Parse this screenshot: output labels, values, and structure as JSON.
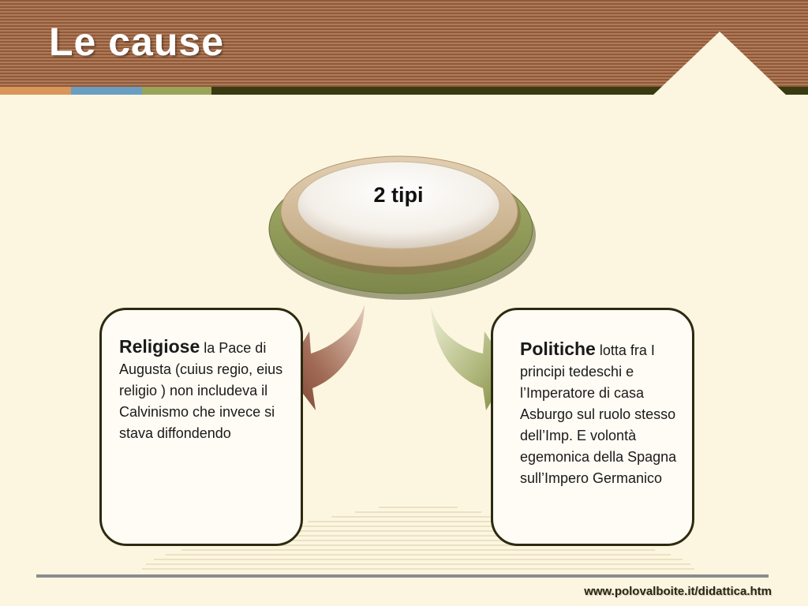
{
  "slide": {
    "title": "Le cause",
    "footer_url": "www.polovalboite.it/didattica.htm"
  },
  "diagram": {
    "center": {
      "label": "2 tipi"
    },
    "left": {
      "heading": "Religiose",
      "text": " la Pace di Augusta (cuius regio, eius religio ) non includeva il Calvinismo che invece si stava diffondendo"
    },
    "right": {
      "heading": "Politiche",
      "text": " lotta fra I principi tedeschi e l’Imperatore di casa Asburgo sul ruolo stesso dell’Imp. E volontà egemonica della Spagna sull’Impero Germanico"
    }
  },
  "colors": {
    "header_stripe": "#8f5a3a",
    "accent_orange": "#d9955a",
    "accent_blue": "#6a9ec0",
    "accent_olive": "#9aa35a",
    "accent_dark": "#3a3a10",
    "arrow_left": "#8a4e38",
    "arrow_right": "#8a9a48"
  }
}
